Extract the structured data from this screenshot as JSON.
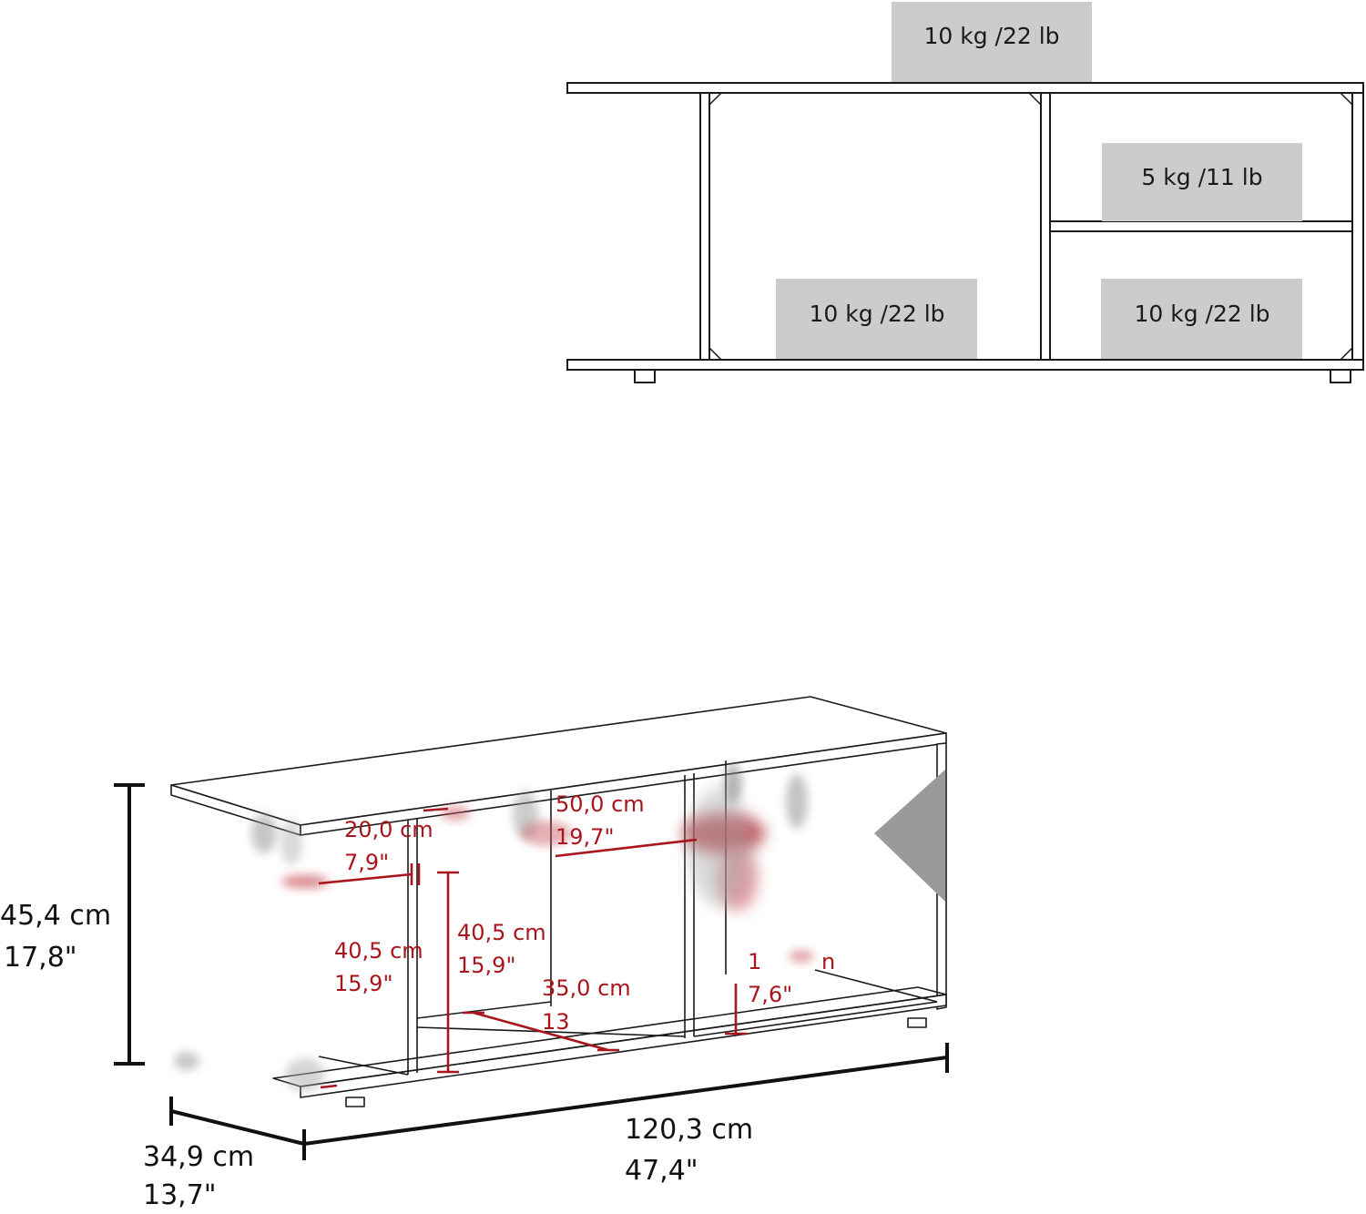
{
  "colors": {
    "line": "#1a1a1a",
    "load_box": "#cccccc",
    "inner_dimension": "#a8161c",
    "outer_dimension": "#111111"
  },
  "load_diagram": {
    "top": "10 kg /22 lb",
    "right_upper_shelf": "5 kg /11 lb",
    "left_bottom": "10 kg /22 lb",
    "right_bottom": "10 kg /22 lb"
  },
  "inner_dimensions": {
    "shelf_width": {
      "cm": "20,0 cm",
      "in": "7,9\""
    },
    "open_width": {
      "cm": "50,0 cm",
      "in": "19,7\""
    },
    "left_height": {
      "cm": "40,5 cm",
      "in": "15,9\""
    },
    "mid_height": {
      "cm": "40,5 cm",
      "in": "15,9\""
    },
    "depth": {
      "cm": "35,0 cm",
      "in": "13"
    },
    "small_height": {
      "cm_a": "1",
      "cm_b": "n",
      "in": "7,6\""
    }
  },
  "overall_dimensions": {
    "height": {
      "cm": "45,4 cm",
      "in": "17,8\""
    },
    "width": {
      "cm": "120,3 cm",
      "in": "47,4\""
    },
    "depth": {
      "cm": "34,9 cm",
      "in": "13,7\""
    }
  }
}
